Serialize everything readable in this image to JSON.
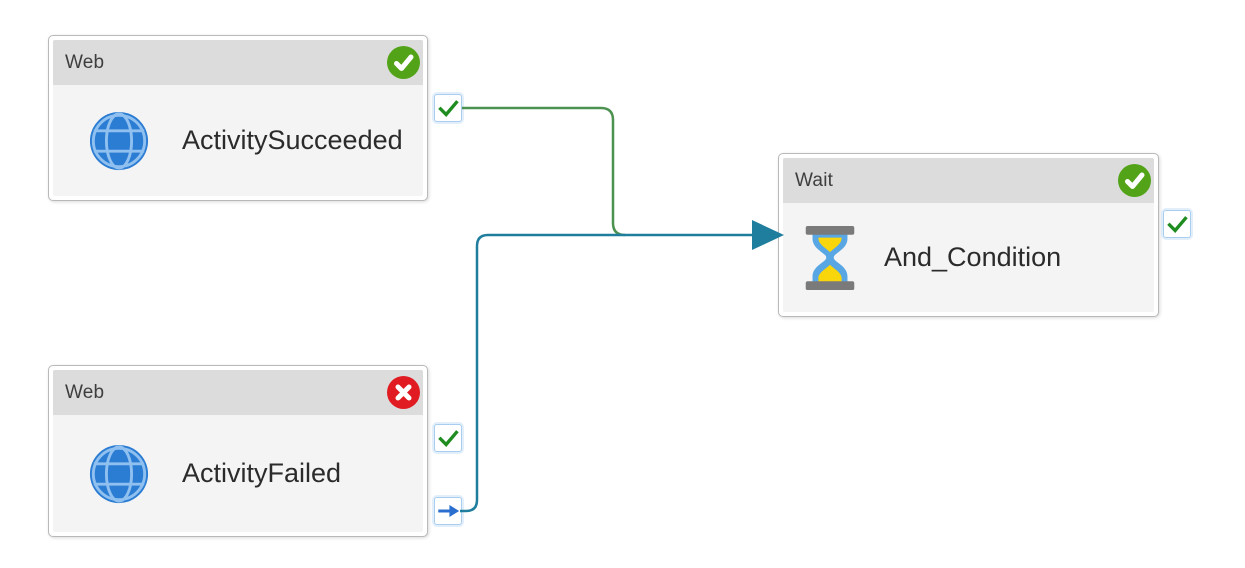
{
  "canvas": {
    "bg": "#ffffff"
  },
  "colors": {
    "canvas_bg": "#ffffff",
    "header_bg": "#dcdcdc",
    "body_bg": "#f4f4f4",
    "node_border": "#b9b9b9",
    "success_badge": "#53a318",
    "error_badge": "#e11b22",
    "success_line": "#4d9150",
    "completion_line": "#1f7e9e",
    "port_border": "#a9cdef",
    "port_check": "#1e8c1e",
    "port_arrow": "#2a6fd0",
    "globe_blue": "#2b7cd3",
    "globe_grid": "#8fc0ef",
    "hourglass_gray": "#7a7a7a",
    "hourglass_blue": "#58a6e3",
    "hourglass_sand": "#f9d60b"
  },
  "nodes": [
    {
      "type_label": "Web",
      "name": "ActivitySucceeded",
      "status": "Succeeded",
      "icon": "globe-icon",
      "badge": "success-check",
      "output_ports": [
        "success"
      ]
    },
    {
      "type_label": "Web",
      "name": "ActivityFailed",
      "status": "Failed",
      "icon": "globe-icon",
      "badge": "error-x",
      "output_ports": [
        "success",
        "completion"
      ]
    },
    {
      "type_label": "Wait",
      "name": "And_Condition",
      "status": "Succeeded",
      "icon": "hourglass-icon",
      "badge": "success-check",
      "output_ports": [
        "success"
      ]
    }
  ],
  "connectors": [
    {
      "from": "ActivitySucceeded success port",
      "to": "And_Condition input",
      "color": "#4d9150"
    },
    {
      "from": "ActivityFailed completion port",
      "to": "And_Condition input",
      "color": "#1f7e9e"
    }
  ]
}
